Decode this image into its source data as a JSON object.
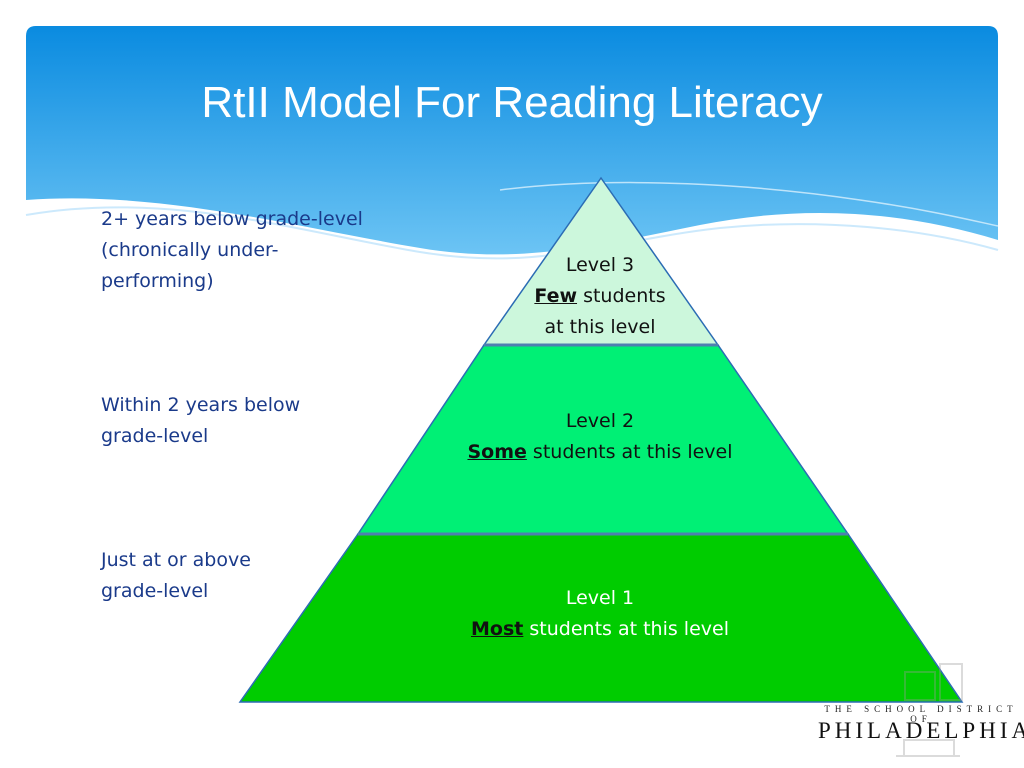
{
  "slide": {
    "title": "RtII Model For Reading Literacy"
  },
  "side_labels": [
    {
      "line1": "2+ years below grade-level",
      "line2": "(chronically under-",
      "line3": "performing)"
    },
    {
      "line1": "Within 2 years below",
      "line2": "grade-level"
    },
    {
      "line1": "Just at or above",
      "line2": "grade-level"
    }
  ],
  "pyramid": {
    "level3": {
      "title": "Level 3",
      "emphasis": "Few",
      "rest1": " students",
      "rest2": "at this level"
    },
    "level2": {
      "title": "Level 2",
      "emphasis": "Some",
      "rest": " students at this level"
    },
    "level1": {
      "title": "Level 1",
      "emphasis": "Most",
      "rest": " students at this level"
    }
  },
  "logo": {
    "top_line": "THE SCHOOL DISTRICT OF",
    "name": "PHILADELPHIA"
  },
  "colors": {
    "header_blue": "#1e90e0",
    "level3_fill": "#ccf7dc",
    "level2_fill": "#00f075",
    "level1_fill": "#00cc00",
    "label_text": "#1a3a8a"
  }
}
